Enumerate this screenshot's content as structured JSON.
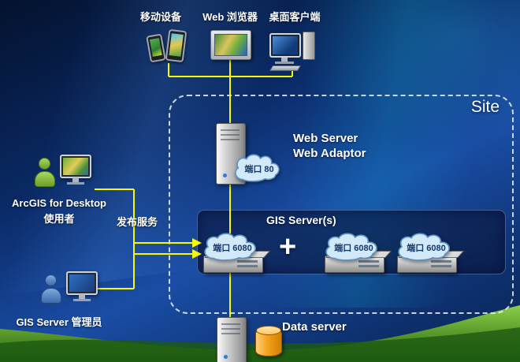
{
  "colors": {
    "connector_yellow": "#f8f800",
    "cloud_fill": "#d2e9f9",
    "database_orange": "#f5a21c",
    "background_navy": "#0a2a66",
    "hill_green": "#4f9a23"
  },
  "clients": [
    {
      "label": "移动设备"
    },
    {
      "label": "Web 浏览器"
    },
    {
      "label": "桌面客户端"
    }
  ],
  "site": {
    "label": "Site",
    "web_server": {
      "title1": "Web Server",
      "title2": "Web Adaptor",
      "port": "端口 80"
    },
    "gis": {
      "title": "GIS Server(s)",
      "plus": "+",
      "nodes": [
        {
          "port": "端口 6080"
        },
        {
          "port": "端口 6080"
        },
        {
          "port": "端口 6080"
        }
      ]
    }
  },
  "left": {
    "user": {
      "line1": "ArcGIS for Desktop",
      "line2": "使用者"
    },
    "publish": "发布服务",
    "admin": {
      "label": "GIS Server 管理员"
    }
  },
  "data_server": {
    "label": "Data server"
  }
}
